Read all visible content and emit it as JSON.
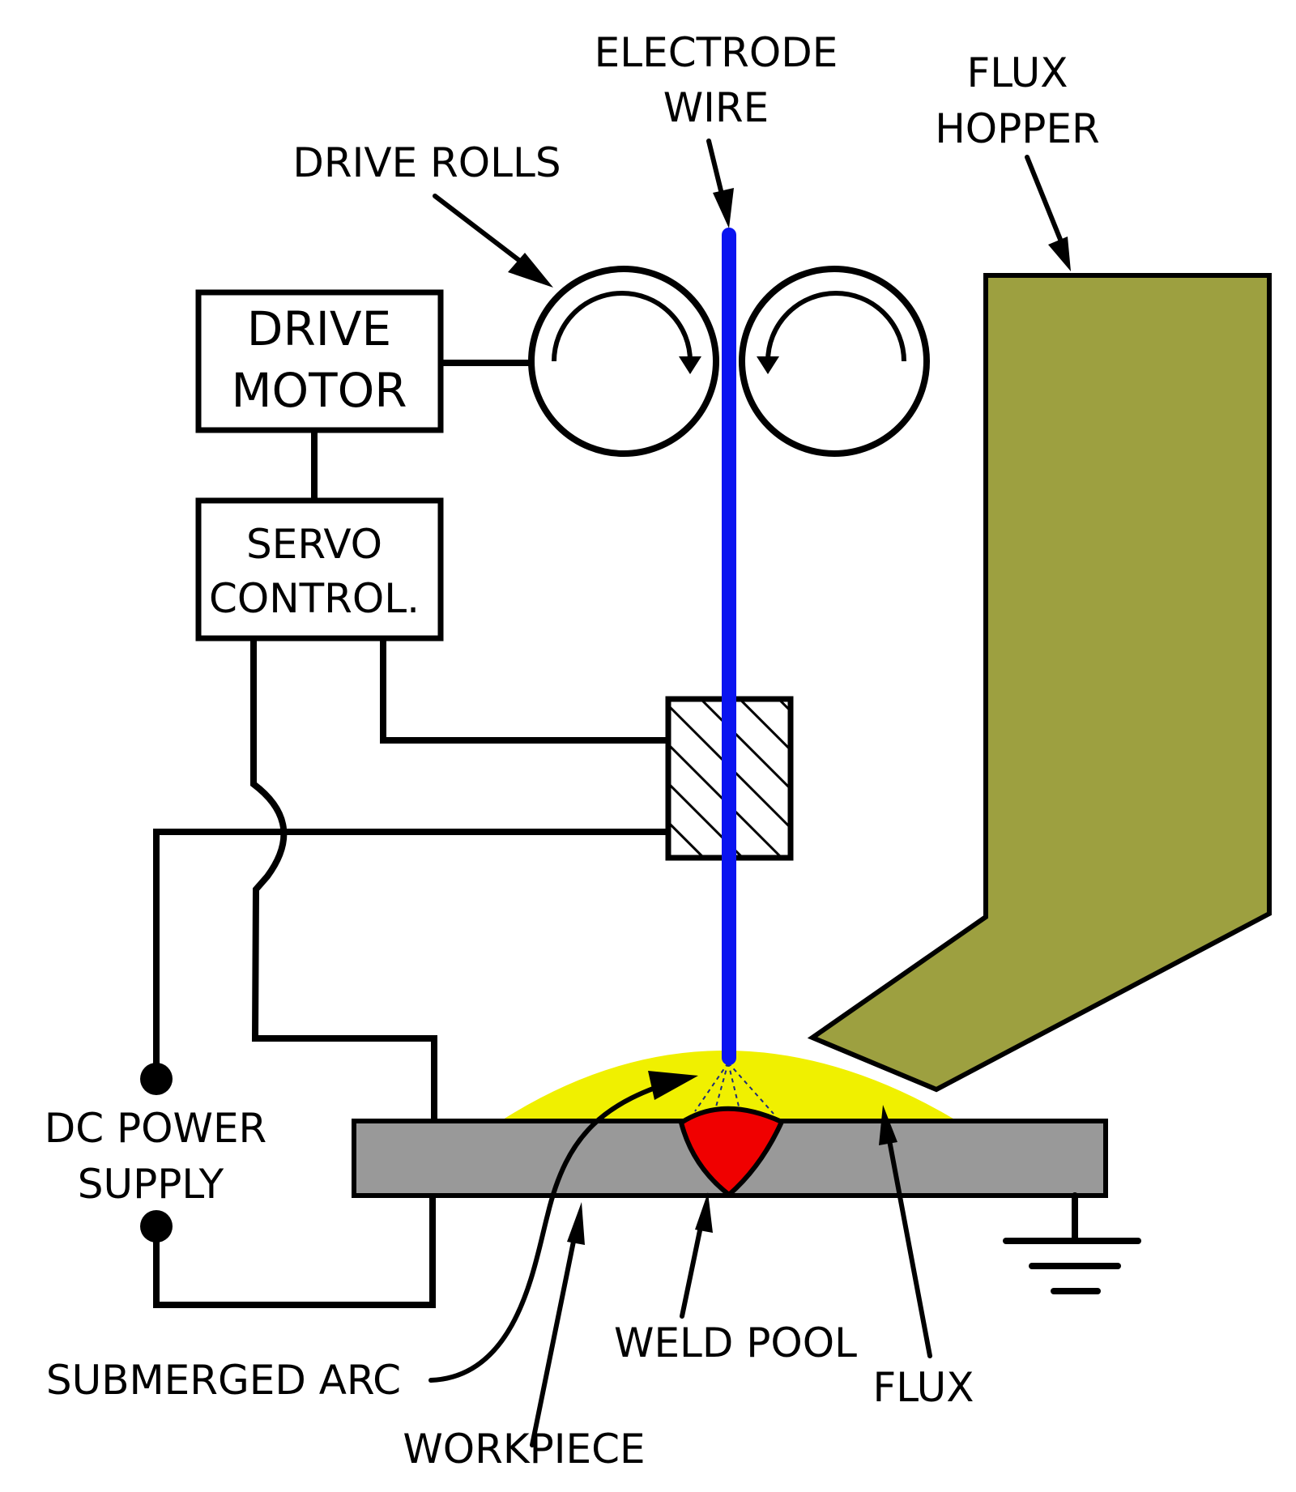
{
  "labels": {
    "electrode_wire": [
      "ELECTRODE",
      "WIRE"
    ],
    "flux_hopper": [
      "FLUX",
      "HOPPER"
    ],
    "drive_rolls": "DRIVE ROLLS",
    "drive_motor": [
      "DRIVE",
      "MOTOR"
    ],
    "servo_control": [
      "SERVO",
      "CONTROL."
    ],
    "dc_power_supply": [
      "DC POWER",
      "SUPPLY"
    ],
    "submerged_arc": "SUBMERGED ARC",
    "workpiece": "WORKPIECE",
    "weld_pool": "WELD POOL",
    "flux": "FLUX"
  },
  "colors": {
    "electrode": "#0a14f0",
    "hopper": "#9da040",
    "flux": "#f0f000",
    "weld_pool": "#f00000",
    "workpiece": "#999999",
    "line": "#000000"
  }
}
